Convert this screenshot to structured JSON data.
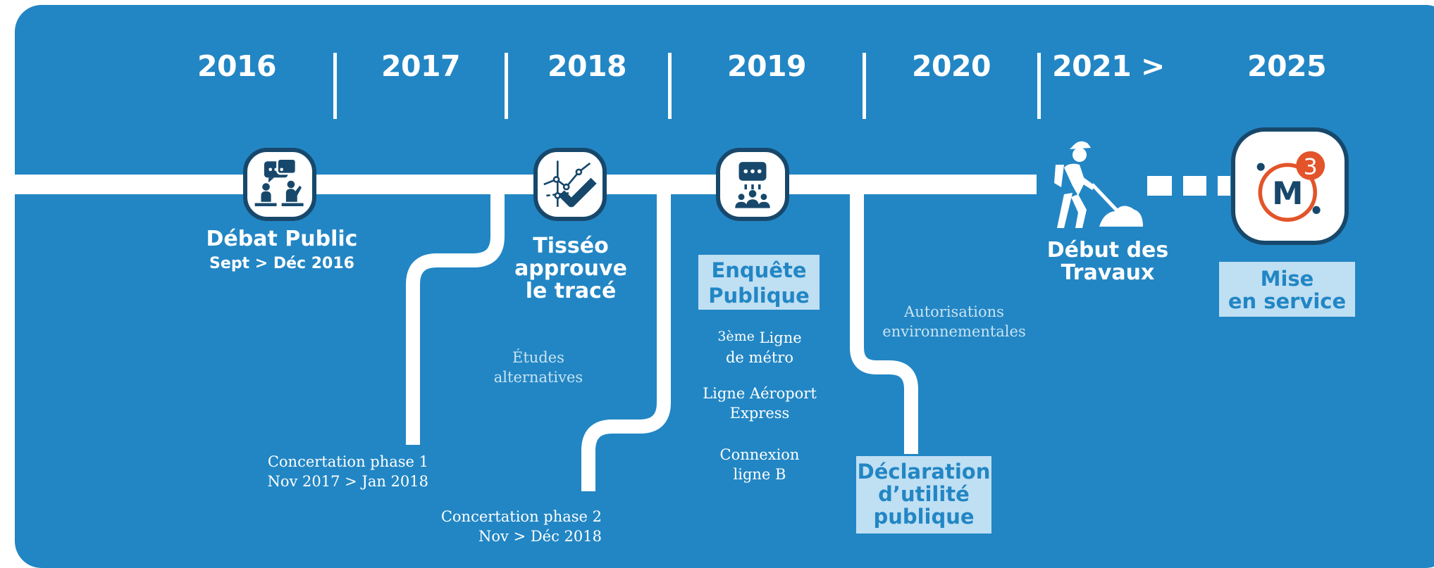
{
  "colors": {
    "background": "#2286c4",
    "icon_dark": "#17486b",
    "box_fill": "#bfdff3",
    "accent_orange": "#e3542a",
    "white": "#ffffff"
  },
  "years": [
    "2016",
    "2017",
    "2018",
    "2019",
    "2020",
    "2021 >",
    "2025"
  ],
  "milestones": {
    "debat": {
      "icon": "discussion-icon",
      "title": "Débat Public",
      "subtitle": "Sept > Déc 2016"
    },
    "tisseo": {
      "icon": "route-approval-icon",
      "line1": "Tisséo",
      "line2": "approuve",
      "line3": "le tracé"
    },
    "enquete": {
      "icon": "public-inquiry-icon",
      "box_line1": "Enquête",
      "box_line2": "Publique",
      "item1_sup": "3ème",
      "item1_rest": "Ligne",
      "item1_line2": "de métro",
      "item2_line1": "Ligne Aéroport",
      "item2_line2": "Express",
      "item3_line1": "Connexion",
      "item3_line2": "ligne B"
    },
    "travaux": {
      "icon": "construction-worker-icon",
      "line1": "Début des",
      "line2": "Travaux"
    },
    "mise_en_service": {
      "icon": "metro-line-3-logo",
      "logo_letter": "M",
      "logo_number": "3",
      "box_line1": "Mise",
      "box_line2": "en service"
    }
  },
  "branches": {
    "concertation1": {
      "line1": "Concertation phase 1",
      "line2": "Nov 2017 > Jan 2018"
    },
    "etudes": {
      "line1": "Études",
      "line2": "alternatives"
    },
    "concertation2": {
      "line1": "Concertation phase 2",
      "line2": "Nov > Déc 2018"
    },
    "autorisations": {
      "line1": "Autorisations",
      "line2": "environnementales"
    },
    "dup": {
      "line1": "Déclaration",
      "line2": "d’utilité",
      "line3": "publique"
    }
  }
}
